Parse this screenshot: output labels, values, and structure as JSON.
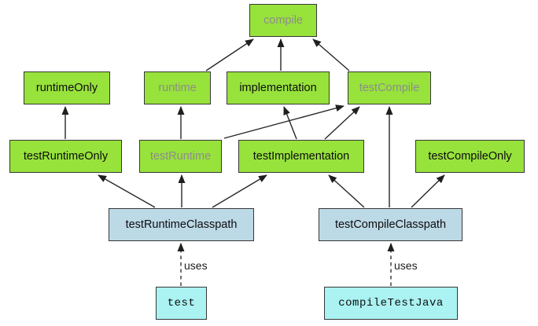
{
  "diagram": {
    "kind": "gradle-configuration-dependency-graph",
    "colors": {
      "configuration_fill": "#98E23C",
      "classpath_fill": "#BCD9E6",
      "task_fill": "#ABF2F2",
      "deprecated_text": "#8c8c8c",
      "normal_text": "#0d0d0d",
      "border": "#373737",
      "arrow": "#262626",
      "background": "#ffffff"
    },
    "nodes": [
      {
        "id": "compile",
        "label": "compile",
        "kind": "configuration",
        "deprecated": true
      },
      {
        "id": "runtimeOnly",
        "label": "runtimeOnly",
        "kind": "configuration",
        "deprecated": false
      },
      {
        "id": "runtime",
        "label": "runtime",
        "kind": "configuration",
        "deprecated": true
      },
      {
        "id": "implementation",
        "label": "implementation",
        "kind": "configuration",
        "deprecated": false
      },
      {
        "id": "testCompile",
        "label": "testCompile",
        "kind": "configuration",
        "deprecated": true
      },
      {
        "id": "testRuntimeOnly",
        "label": "testRuntimeOnly",
        "kind": "configuration",
        "deprecated": false
      },
      {
        "id": "testRuntime",
        "label": "testRuntime",
        "kind": "configuration",
        "deprecated": true
      },
      {
        "id": "testImplementation",
        "label": "testImplementation",
        "kind": "configuration",
        "deprecated": false
      },
      {
        "id": "testCompileOnly",
        "label": "testCompileOnly",
        "kind": "configuration",
        "deprecated": false
      },
      {
        "id": "testRuntimeClasspath",
        "label": "testRuntimeClasspath",
        "kind": "classpath-configuration",
        "deprecated": false
      },
      {
        "id": "testCompileClasspath",
        "label": "testCompileClasspath",
        "kind": "classpath-configuration",
        "deprecated": false
      },
      {
        "id": "test",
        "label": "test",
        "kind": "task",
        "deprecated": false
      },
      {
        "id": "compileTestJava",
        "label": "compileTestJava",
        "kind": "task",
        "deprecated": false
      }
    ],
    "edges": [
      {
        "from": "runtime",
        "to": "compile",
        "style": "solid"
      },
      {
        "from": "implementation",
        "to": "compile",
        "style": "solid"
      },
      {
        "from": "testCompile",
        "to": "compile",
        "style": "solid"
      },
      {
        "from": "testRuntimeOnly",
        "to": "runtimeOnly",
        "style": "solid"
      },
      {
        "from": "testRuntime",
        "to": "runtime",
        "style": "solid"
      },
      {
        "from": "testRuntime",
        "to": "testCompile",
        "style": "solid"
      },
      {
        "from": "testImplementation",
        "to": "implementation",
        "style": "solid"
      },
      {
        "from": "testImplementation",
        "to": "testCompile",
        "style": "solid"
      },
      {
        "from": "testCompileClasspath",
        "to": "testCompile",
        "style": "solid"
      },
      {
        "from": "testRuntimeClasspath",
        "to": "testRuntimeOnly",
        "style": "solid"
      },
      {
        "from": "testRuntimeClasspath",
        "to": "testRuntime",
        "style": "solid"
      },
      {
        "from": "testRuntimeClasspath",
        "to": "testImplementation",
        "style": "solid"
      },
      {
        "from": "testCompileClasspath",
        "to": "testImplementation",
        "style": "solid"
      },
      {
        "from": "testCompileClasspath",
        "to": "testCompileOnly",
        "style": "solid"
      },
      {
        "from": "test",
        "to": "testRuntimeClasspath",
        "style": "dashed",
        "label": "uses"
      },
      {
        "from": "compileTestJava",
        "to": "testCompileClasspath",
        "style": "dashed",
        "label": "uses"
      }
    ]
  }
}
